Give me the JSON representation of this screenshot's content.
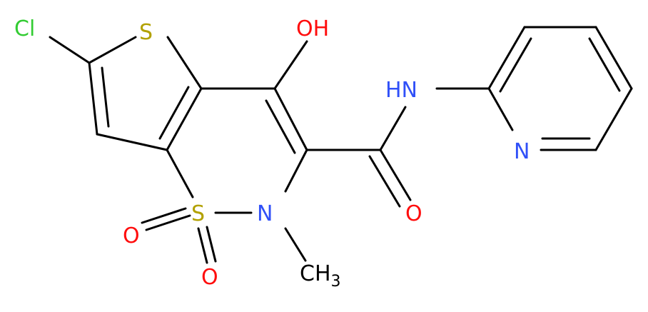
{
  "atoms": {
    "cl": {
      "label": "Cl",
      "color": "#33cc33"
    },
    "s_thiophene": {
      "label": "S",
      "color": "#b2a100"
    },
    "oh": {
      "label": "OH",
      "color": "#ff0d0d"
    },
    "nh": {
      "label": "HN",
      "color": "#3050f8"
    },
    "n_pyridine": {
      "label": "N",
      "color": "#3050f8"
    },
    "s_sulfonyl": {
      "label": "S",
      "color": "#b2a100"
    },
    "n_ring": {
      "label": "N",
      "color": "#3050f8"
    },
    "o_carbonyl": {
      "label": "O",
      "color": "#ff0d0d"
    },
    "o_sulfonyl_1": {
      "label": "O",
      "color": "#ff0d0d"
    },
    "o_sulfonyl_2": {
      "label": "O",
      "color": "#ff0d0d"
    },
    "methyl": {
      "label": "CH",
      "subscript": "3",
      "color": "#000000"
    }
  },
  "colors": {
    "bond": "#000000",
    "background": "#ffffff"
  }
}
